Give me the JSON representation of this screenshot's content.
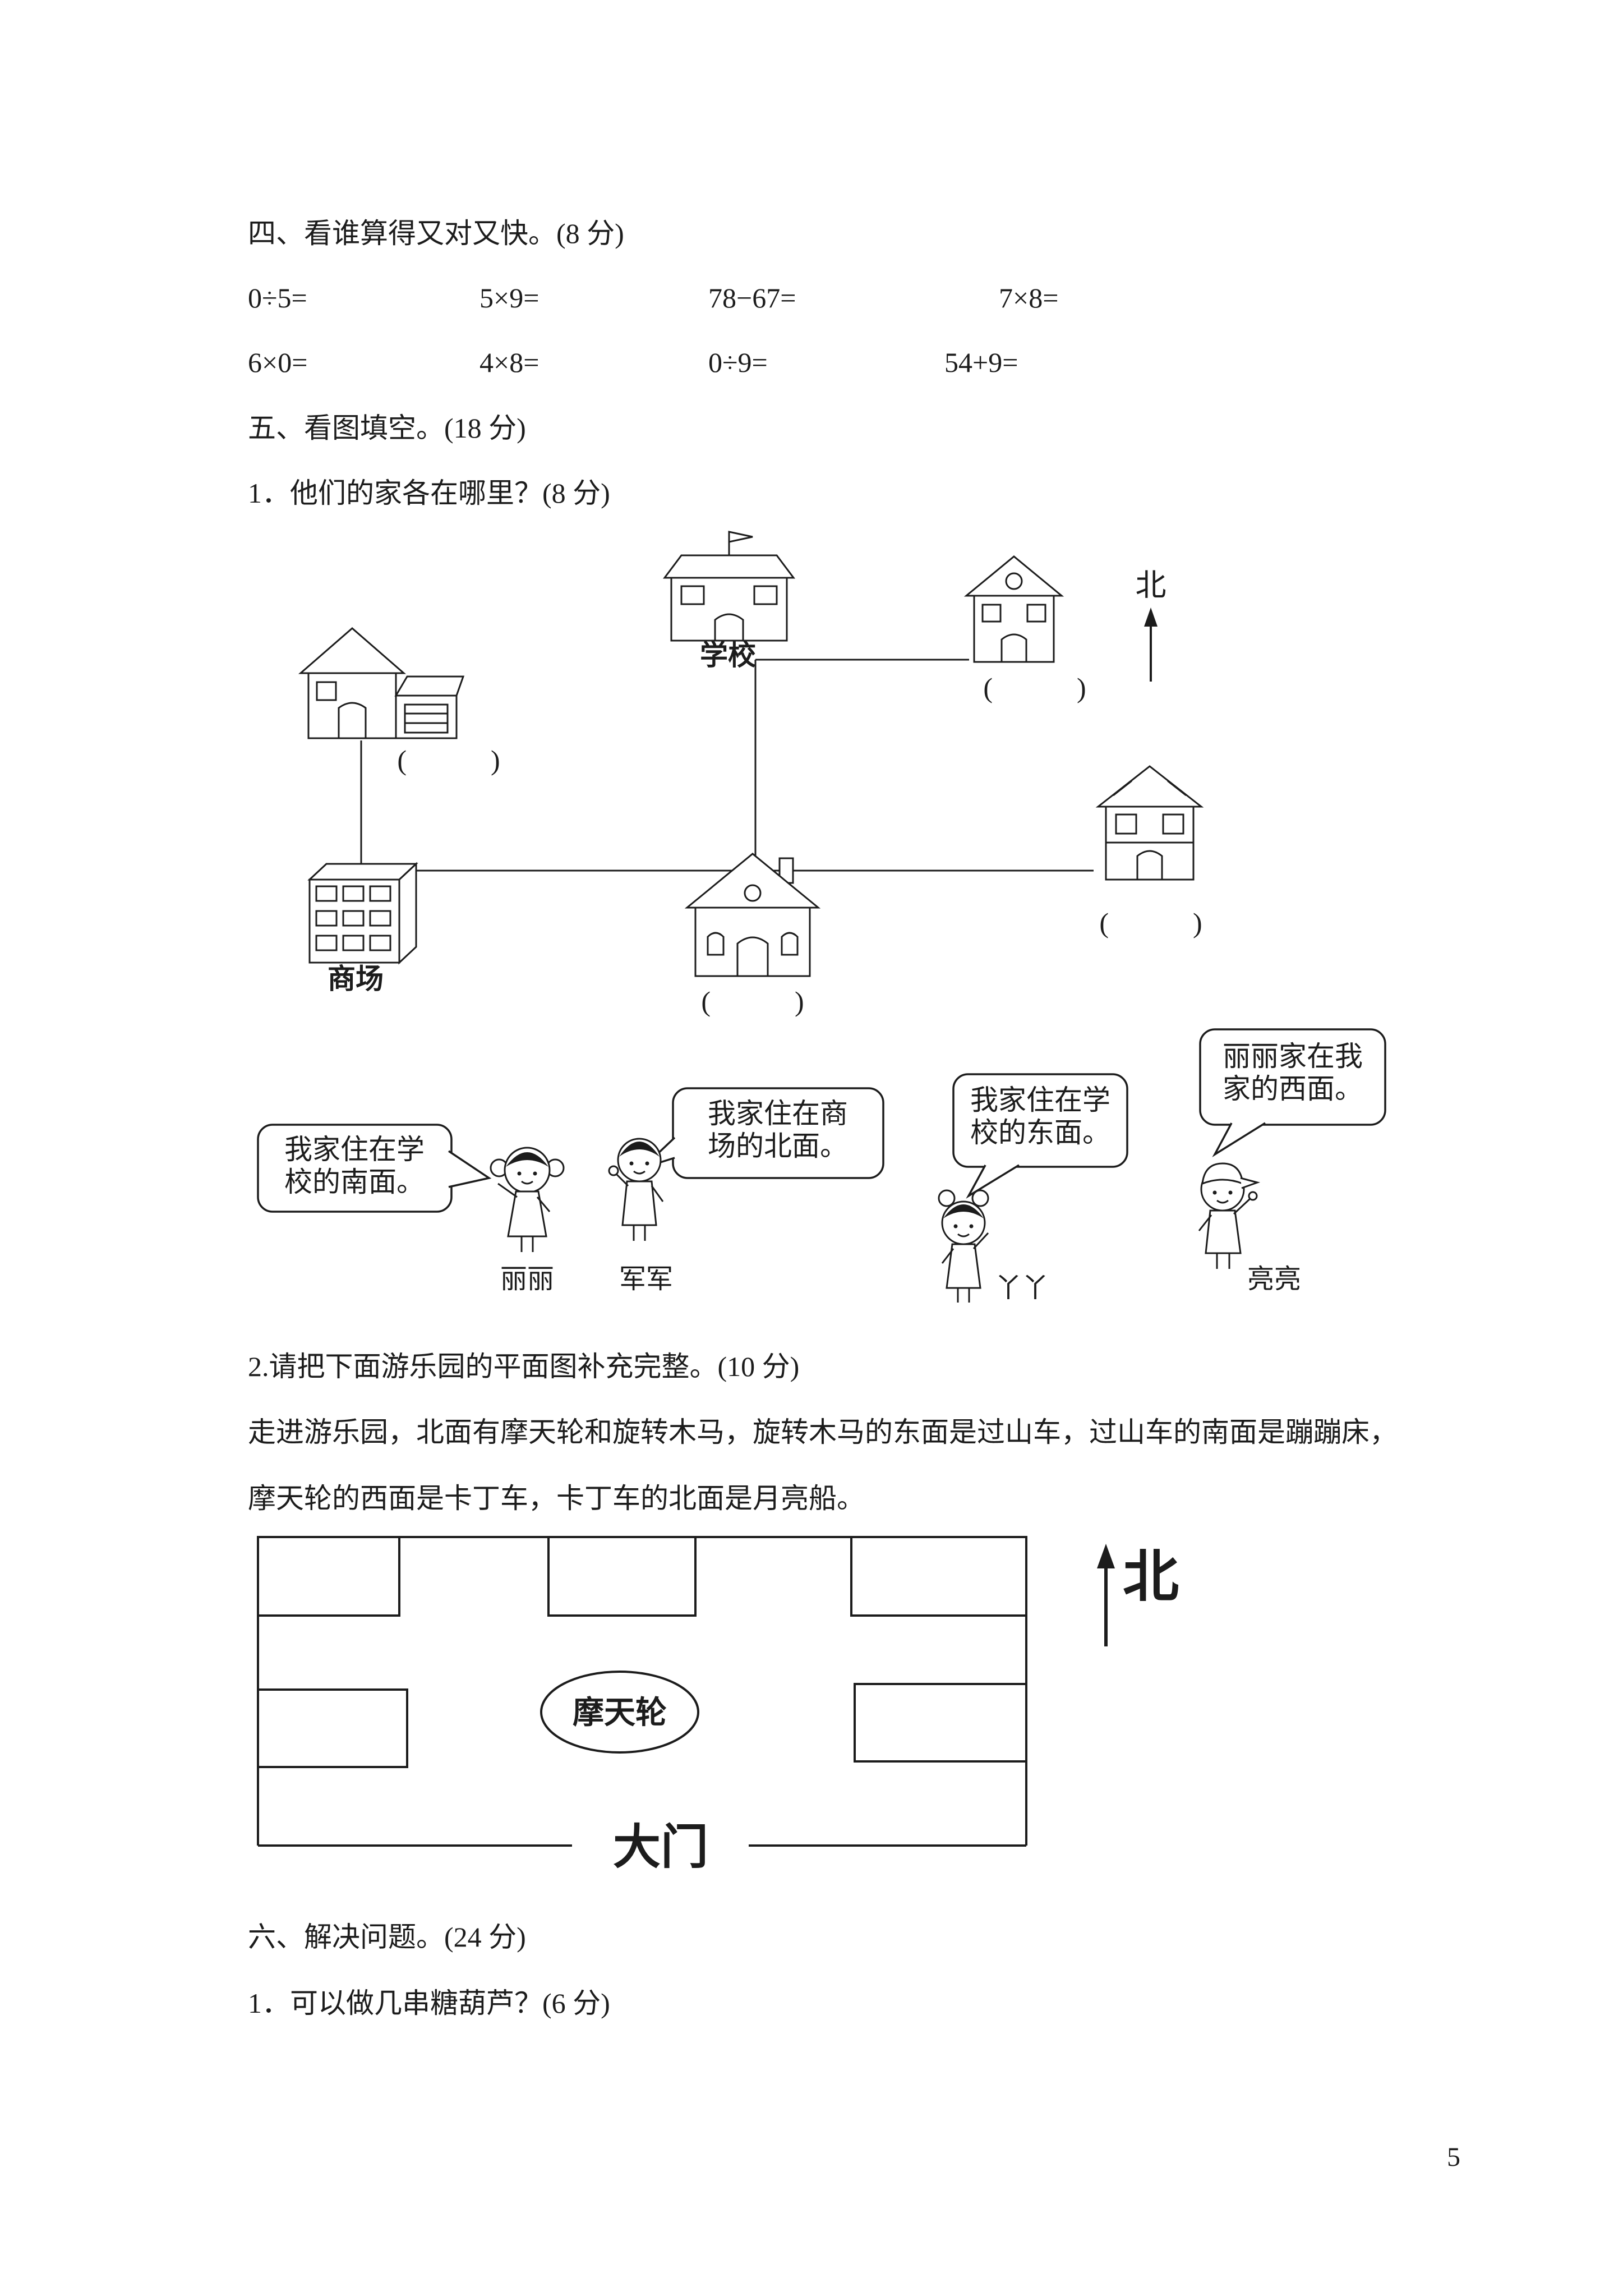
{
  "page_number": "5",
  "section4": {
    "heading": "四、看谁算得又对又快。(8 分)",
    "row1": [
      "0÷5=",
      "5×9=",
      "78−67=",
      "7×8="
    ],
    "row2": [
      "6×0=",
      "4×8=",
      "0÷9=",
      "54+9="
    ]
  },
  "section5": {
    "heading": "五、看图填空。(18 分)",
    "q1": "1．他们的家各在哪里？(8 分)",
    "map": {
      "school": "学校",
      "mall": "商场",
      "north": "北",
      "blank": "(　　　)"
    },
    "bubbles": [
      {
        "line1": "我家住在学",
        "line2": "校的南面。",
        "name": "丽丽"
      },
      {
        "line1": "我家住在商",
        "line2": "场的北面。",
        "name": "军军"
      },
      {
        "line1": "我家住在学",
        "line2": "校的东面。",
        "name": "丫丫"
      },
      {
        "line1": "丽丽家在我",
        "line2": "家的西面。",
        "name": "亮亮"
      }
    ],
    "q2": "2.请把下面游乐园的平面图补充完整。(10 分)",
    "q2_desc1": "走进游乐园，北面有摩天轮和旋转木马，旋转木马的东面是过山车，过山车的南面是蹦蹦床，",
    "q2_desc2": "摩天轮的西面是卡丁车，卡丁车的北面是月亮船。",
    "park": {
      "ferris_wheel": "摩天轮",
      "gate": "大门",
      "north": "北"
    }
  },
  "section6": {
    "heading": "六、解决问题。(24 分)",
    "q1": "1．可以做几串糖葫芦？(6 分)"
  }
}
